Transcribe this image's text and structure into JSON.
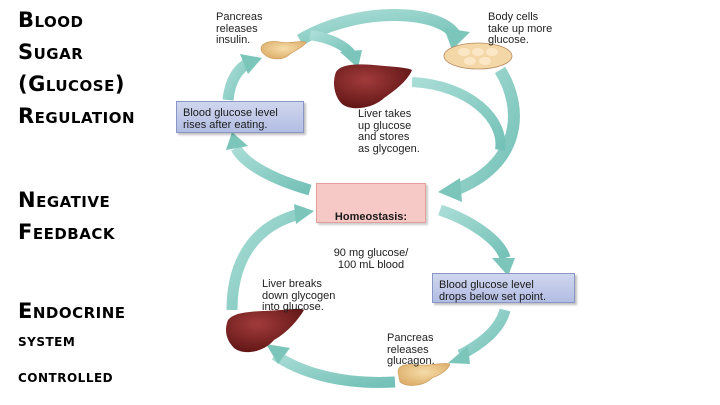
{
  "title_lines": [
    "Blood",
    "Sugar",
    "(Glucose)",
    "Regulation"
  ],
  "subtitle_lines": [
    "Negative",
    "Feedback"
  ],
  "control_lines": [
    "Endocrine",
    "system",
    "controlled"
  ],
  "diagram": {
    "pancreas_insulin": "Pancreas\nreleases\ninsulin.",
    "body_cells": "Body cells\ntake up more\nglucose.",
    "rises_box": "Blood glucose level\nrises after eating.",
    "liver_stores": "Liver takes\nup glucose\nand stores\nas glycogen.",
    "homeostasis_title": "Homeostasis:",
    "homeostasis_value": "90 mg glucose/\n100 mL blood",
    "drops_box": "Blood glucose level\ndrops below set point.",
    "liver_breaks": "Liver breaks\ndown glycogen\ninto glucose.",
    "pancreas_glucagon": "Pancreas\nreleases\nglucagon.",
    "colors": {
      "arrow": "#8ccfc6",
      "liver": "#7a1f1f",
      "pancreas": "#e9c48a",
      "box_blue": "#c2cbeb",
      "box_pink": "#f7c9c6"
    }
  }
}
